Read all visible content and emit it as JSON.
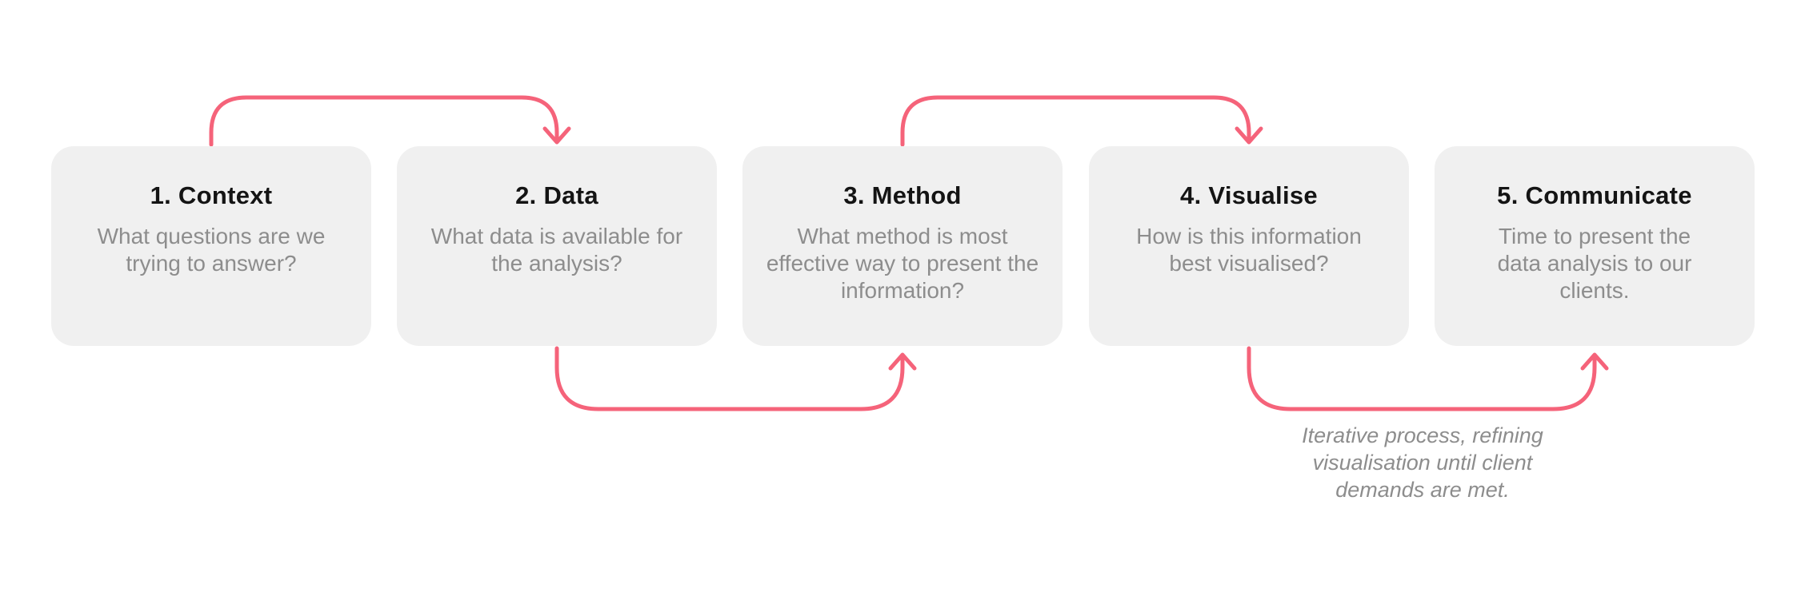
{
  "diagram": {
    "type": "process-flow",
    "steps": [
      {
        "title": "1. Context",
        "description": "What questions are we trying to answer?"
      },
      {
        "title": "2. Data",
        "description": "What data is available for the analysis?"
      },
      {
        "title": "3. Method",
        "description": "What method is most effective way to present the information?"
      },
      {
        "title": "4. Visualise",
        "description": "How is this information best visualised?"
      },
      {
        "title": "5. Communicate",
        "description": "Time to present the data analysis to our clients."
      }
    ],
    "connections": [
      {
        "from": "1. Context",
        "to": "2. Data",
        "route": "over-top",
        "icon": "curved-arrow-down-icon"
      },
      {
        "from": "2. Data",
        "to": "3. Method",
        "route": "under-bottom",
        "icon": "curved-arrow-up-icon"
      },
      {
        "from": "3. Method",
        "to": "4. Visualise",
        "route": "over-top",
        "icon": "curved-arrow-down-icon"
      },
      {
        "from": "4. Visualise",
        "to": "5. Communicate",
        "route": "under-bottom",
        "icon": "curved-arrow-up-icon"
      }
    ],
    "annotation": {
      "lines": [
        "Iterative process, refining",
        "visualisation until client",
        "demands are met."
      ]
    }
  },
  "colors": {
    "arrow_accent": "#f5637a",
    "box_background": "#f0f0f0",
    "title_text": "#141414",
    "body_text": "#8d8d8d",
    "page_background": "#ffffff"
  }
}
